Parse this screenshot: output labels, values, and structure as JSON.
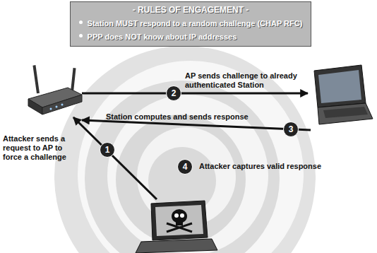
{
  "diagram": {
    "nodes": [
      {
        "text": [
          "- RULES OF ENGAGEMENT -",
          "Station MUST respond to a random challenge (CHAP RFC)",
          "PPP does NOT know about IP addresses"
        ]
      }
    ],
    "labels": [
      "Attacker sends a request to AP to force a challenge",
      "1",
      "2",
      "AP sends challenge to already authenticated Station",
      "3",
      "Station computes and sends response",
      "4",
      "Attacker captures valid response"
    ]
  }
}
